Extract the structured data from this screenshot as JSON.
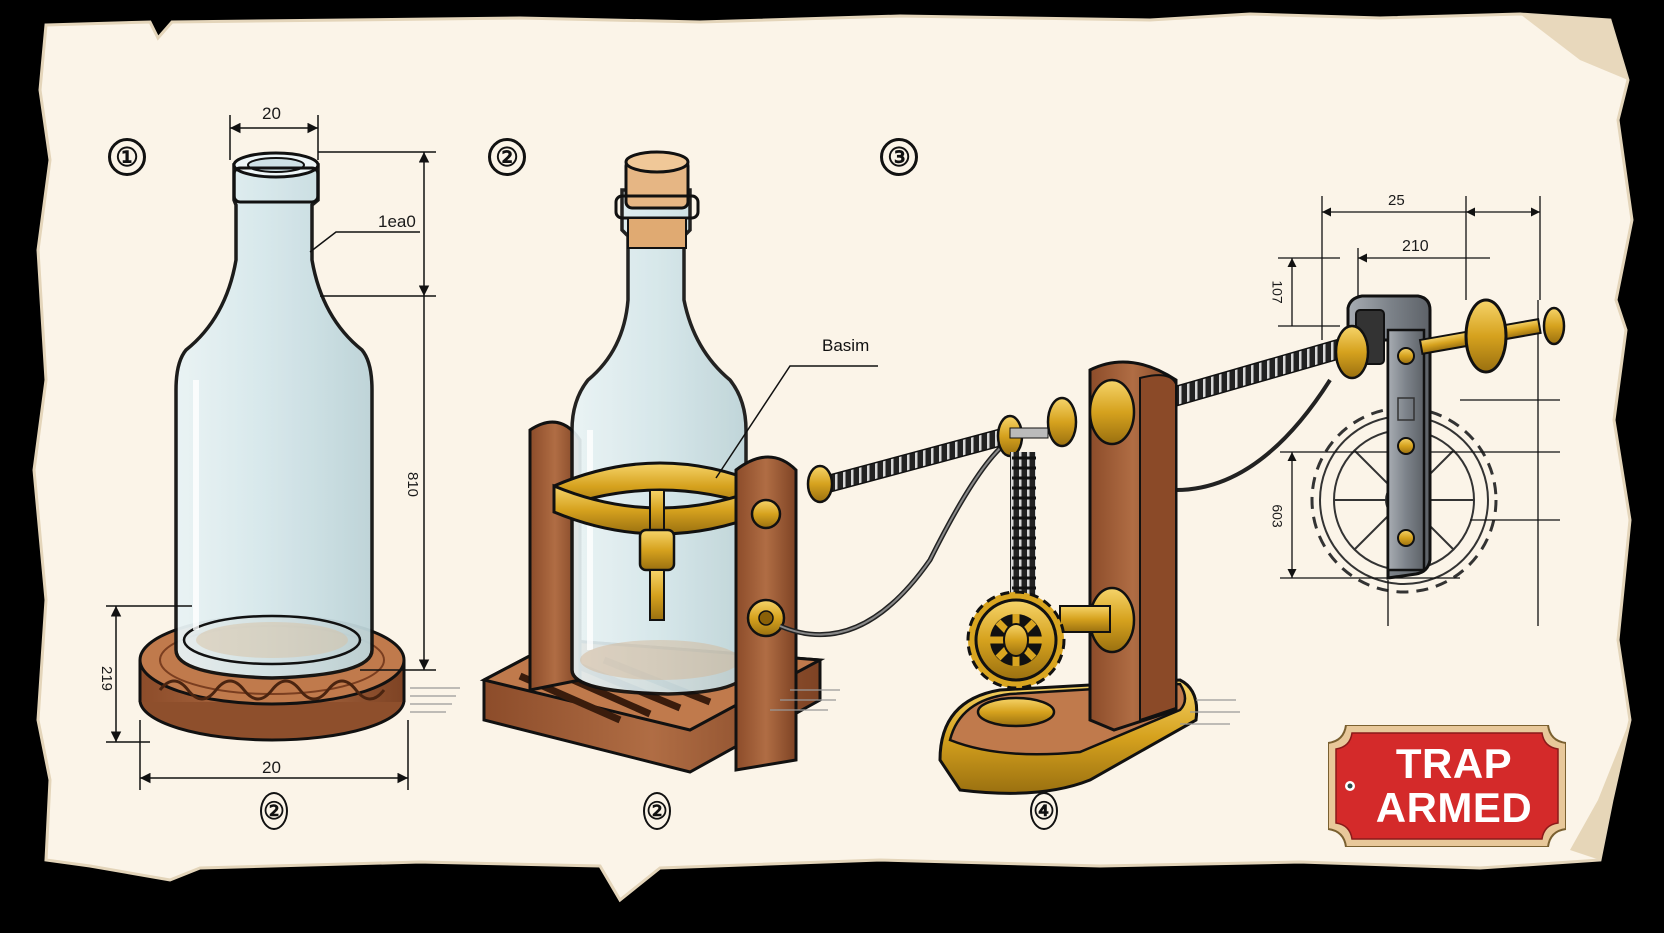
{
  "diagram": {
    "type": "technical-illustration",
    "subject": "bottle trap mechanism blueprint on torn parchment",
    "colors": {
      "frame": "#000000",
      "parchment": "#fbf4e8",
      "parchment_edge": "#e9dcc4",
      "glass": "#dcebef",
      "wood": "#a8643c",
      "brass": "#d9a520",
      "steel": "#8a8f96",
      "cork": "#e5b684",
      "sign_red": "#d42a2a",
      "sign_border": "#e8c89a",
      "ink": "#111111"
    },
    "step_markers_top": [
      "①",
      "②",
      "③"
    ],
    "step_markers_bottom": [
      "②",
      "②",
      "④"
    ],
    "figure1": {
      "name": "empty bottle on carved wooden base",
      "dimensions": {
        "neck_width": "20",
        "neck_height": "1ea0",
        "body_height": "810",
        "base_height": "219",
        "base_width": "20"
      }
    },
    "figure2": {
      "name": "corked bottle in wooden cradle with brass ring",
      "callout": "Basim"
    },
    "figure3": {
      "name": "spring, wire and gear mechanism on wooden post",
      "dimensions": {
        "top_width": "25",
        "inner_width": "210",
        "upper_height": "107",
        "lower_height": "603"
      }
    },
    "sign": {
      "line1": "TRAP",
      "line2": "ARMED"
    }
  }
}
